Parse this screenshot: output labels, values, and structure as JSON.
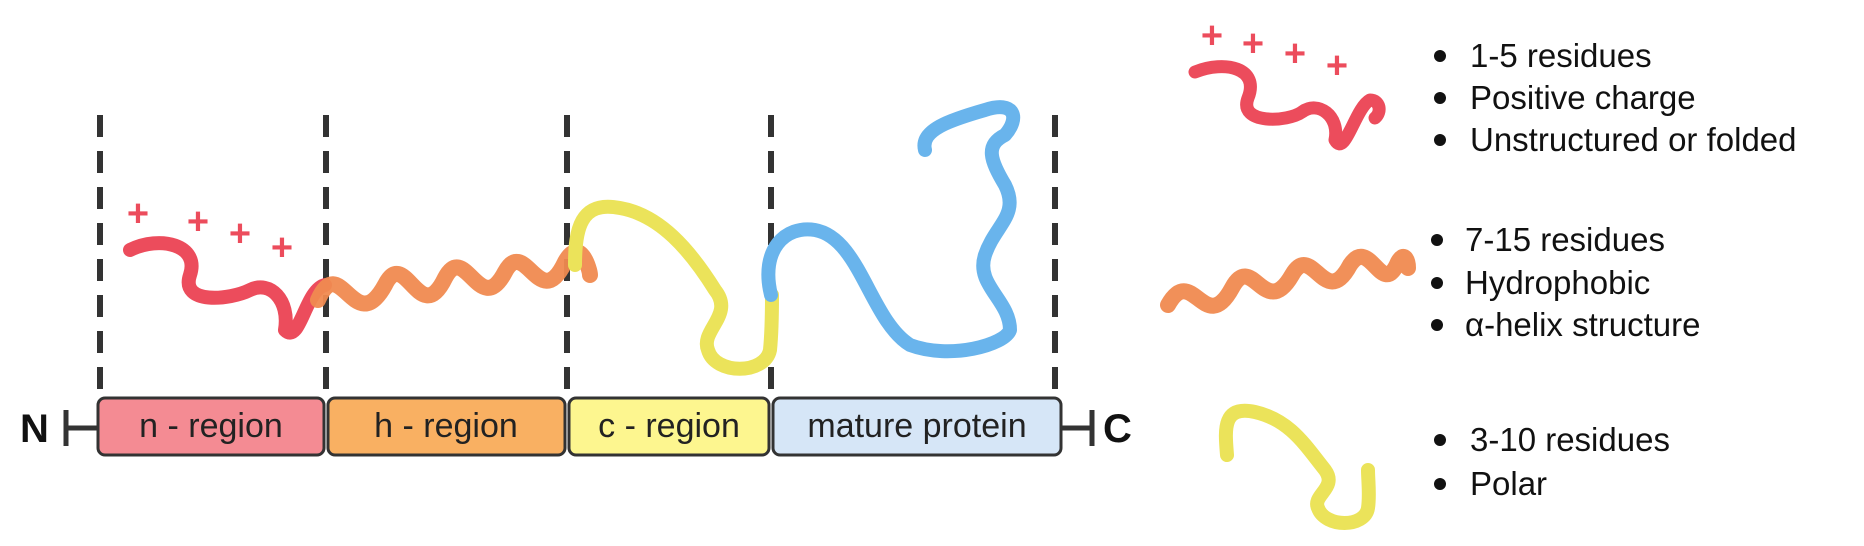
{
  "colors": {
    "n_region": "#ec4c5c",
    "n_region_box": "#f48b93",
    "h_region": "#f08a50",
    "h_region_box": "#f9b062",
    "c_region": "#ebe35a",
    "c_region_box": "#fdf68f",
    "mature": "#69b4ec",
    "mature_box": "#d6e6f7",
    "outline": "#333333",
    "divider": "#333333"
  },
  "terminals": {
    "n": "N",
    "c": "C"
  },
  "segments": [
    {
      "key": "n_region",
      "label": "n - region"
    },
    {
      "key": "h_region",
      "label": "h - region"
    },
    {
      "key": "c_region",
      "label": "c - region"
    },
    {
      "key": "mature",
      "label": "mature protein"
    }
  ],
  "charge_symbol": "+",
  "legend": [
    {
      "key": "n_region",
      "icon": "unstructured-coil-icon",
      "items": [
        "1-5 residues",
        "Positive charge",
        "Unstructured or folded"
      ]
    },
    {
      "key": "h_region",
      "icon": "alpha-helix-icon",
      "items": [
        "7-15 residues",
        "Hydrophobic",
        "α-helix structure"
      ]
    },
    {
      "key": "c_region",
      "icon": "polar-coil-icon",
      "items": [
        "3-10 residues",
        "Polar"
      ]
    }
  ]
}
